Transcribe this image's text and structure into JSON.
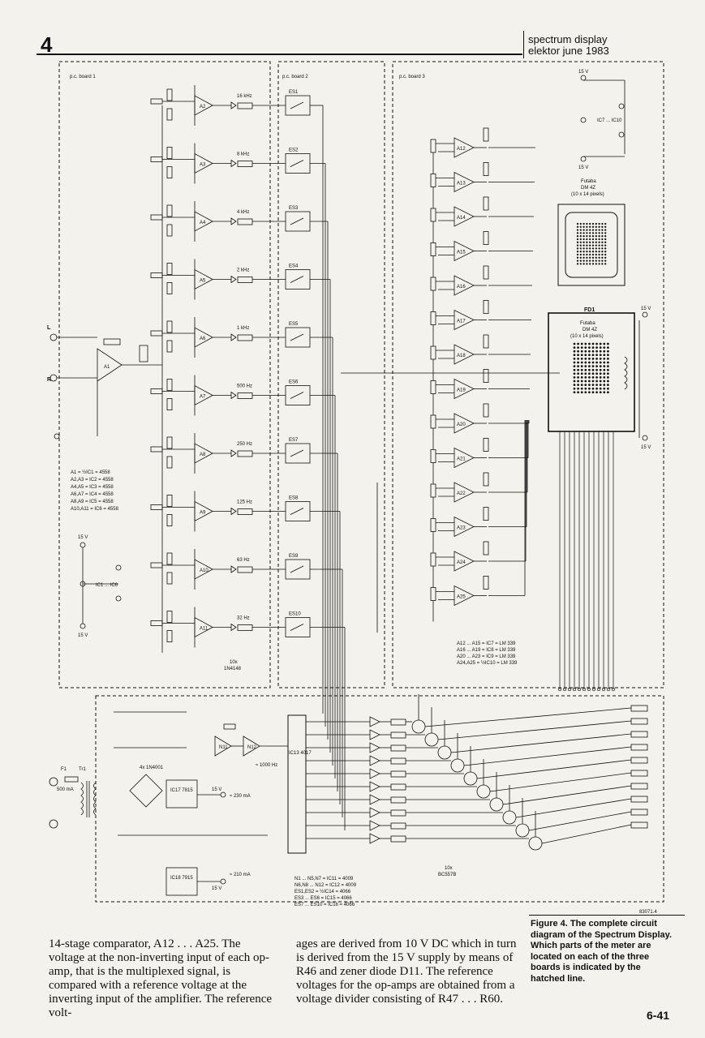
{
  "header": {
    "page_number": "4",
    "publication_line1": "spectrum display",
    "publication_line2": "elektor june 1983"
  },
  "boards": {
    "board1": "p.c. board 1",
    "board2": "p.c. board 2",
    "board3": "p.c. board 3"
  },
  "filters": [
    {
      "amp": "A2",
      "freq": "16 kHz",
      "switch": "ES1"
    },
    {
      "amp": "A3",
      "freq": "8 kHz",
      "switch": "ES2"
    },
    {
      "amp": "A4",
      "freq": "4 kHz",
      "switch": "ES3"
    },
    {
      "amp": "A5",
      "freq": "2 kHz",
      "switch": "ES4"
    },
    {
      "amp": "A6",
      "freq": "1 kHz",
      "switch": "ES5"
    },
    {
      "amp": "A7",
      "freq": "500 Hz",
      "switch": "ES6"
    },
    {
      "amp": "A8",
      "freq": "250 Hz",
      "switch": "ES7"
    },
    {
      "amp": "A9",
      "freq": "125 Hz",
      "switch": "ES8"
    },
    {
      "amp": "A10",
      "freq": "63 Hz",
      "switch": "ES9"
    },
    {
      "amp": "A11",
      "freq": "32 Hz",
      "switch": "ES10"
    }
  ],
  "comparators": [
    "A12",
    "A13",
    "A14",
    "A15",
    "A16",
    "A17",
    "A18",
    "A19",
    "A20",
    "A21",
    "A22",
    "A23",
    "A24",
    "A25"
  ],
  "inputs": {
    "left": "L",
    "right": "R",
    "input_amp": "A1"
  },
  "board1_notes": [
    "A1 = ½IC1 = 4558",
    "A2,A3 = IC2 = 4558",
    "A4,A5 = IC3 = 4558",
    "A6,A7 = IC4 = 4558",
    "A8,A9 = IC5 = 4558",
    "A10,A11 = IC6 = 4558"
  ],
  "board3_notes": [
    "A12 ... A15 = IC7 = LM 339",
    "A16 ... A19 = IC8 = LM 339",
    "A20 ... A23 = IC9 = LM 339",
    "A24,A25 = ½IC10 = LM 339"
  ],
  "diodes_note": [
    "10x",
    "1N4148"
  ],
  "display": {
    "name": "FD1",
    "model": "Futaba",
    "type": "DM 4Z",
    "pixels": "(10 x 14 pixels)"
  },
  "display_top": {
    "model": "Futaba",
    "type": "DM 4Z",
    "pixels": "(10 x 14 pixels)"
  },
  "power": {
    "supply_plus": "15 V",
    "supply_minus": "15 V",
    "ic_range_1": "IC1 ... IC6",
    "ic_range_2": "IC7 ... IC10",
    "regulator_pos": "IC17 7815",
    "regulator_neg": "IC18 7915",
    "bridge": "4x 1N4001",
    "transformer": "Tr1",
    "fuse": "F1",
    "fuse_value": "500 mA",
    "current_pos": "≈ 230 mA",
    "current_neg": "≈ 210 mA",
    "counter": "IC13 4017",
    "gates": [
      "N11",
      "N12"
    ],
    "oscillator": "≈ 1000 Hz"
  },
  "logic_notes": [
    "N1 ... N5,N7 = IC11 = 4009",
    "N6,N8 ... N12 = IC12 = 4009",
    "ES1,ES2 = ½IC14 = 4066",
    "ES3 ... ES6 = IC15 = 4066",
    "ES7 ... ES10 = IC16 = 4066"
  ],
  "transistor_note": [
    "10x",
    "BC557B"
  ],
  "figure_code": "83071.4",
  "body_text_col1": "14-stage comparator, A12 . . . A25. The voltage at the non-inverting input of each op-amp, that is the multiplexed signal, is compared with a reference voltage at the inverting input of the amplifier. The reference volt-",
  "body_text_col2": "ages are derived from 10 V DC which in turn is derived from the 15 V supply by means of R46 and zener diode D11. The reference voltages for the op-amps are obtained from a voltage divider consisting of R47 . . . R60.",
  "caption": "Figure 4. The complete circuit diagram of the Spectrum Display. Which parts of the meter are located on each of the three boards is indicated by the hatched line.",
  "page_footer": "6-41"
}
